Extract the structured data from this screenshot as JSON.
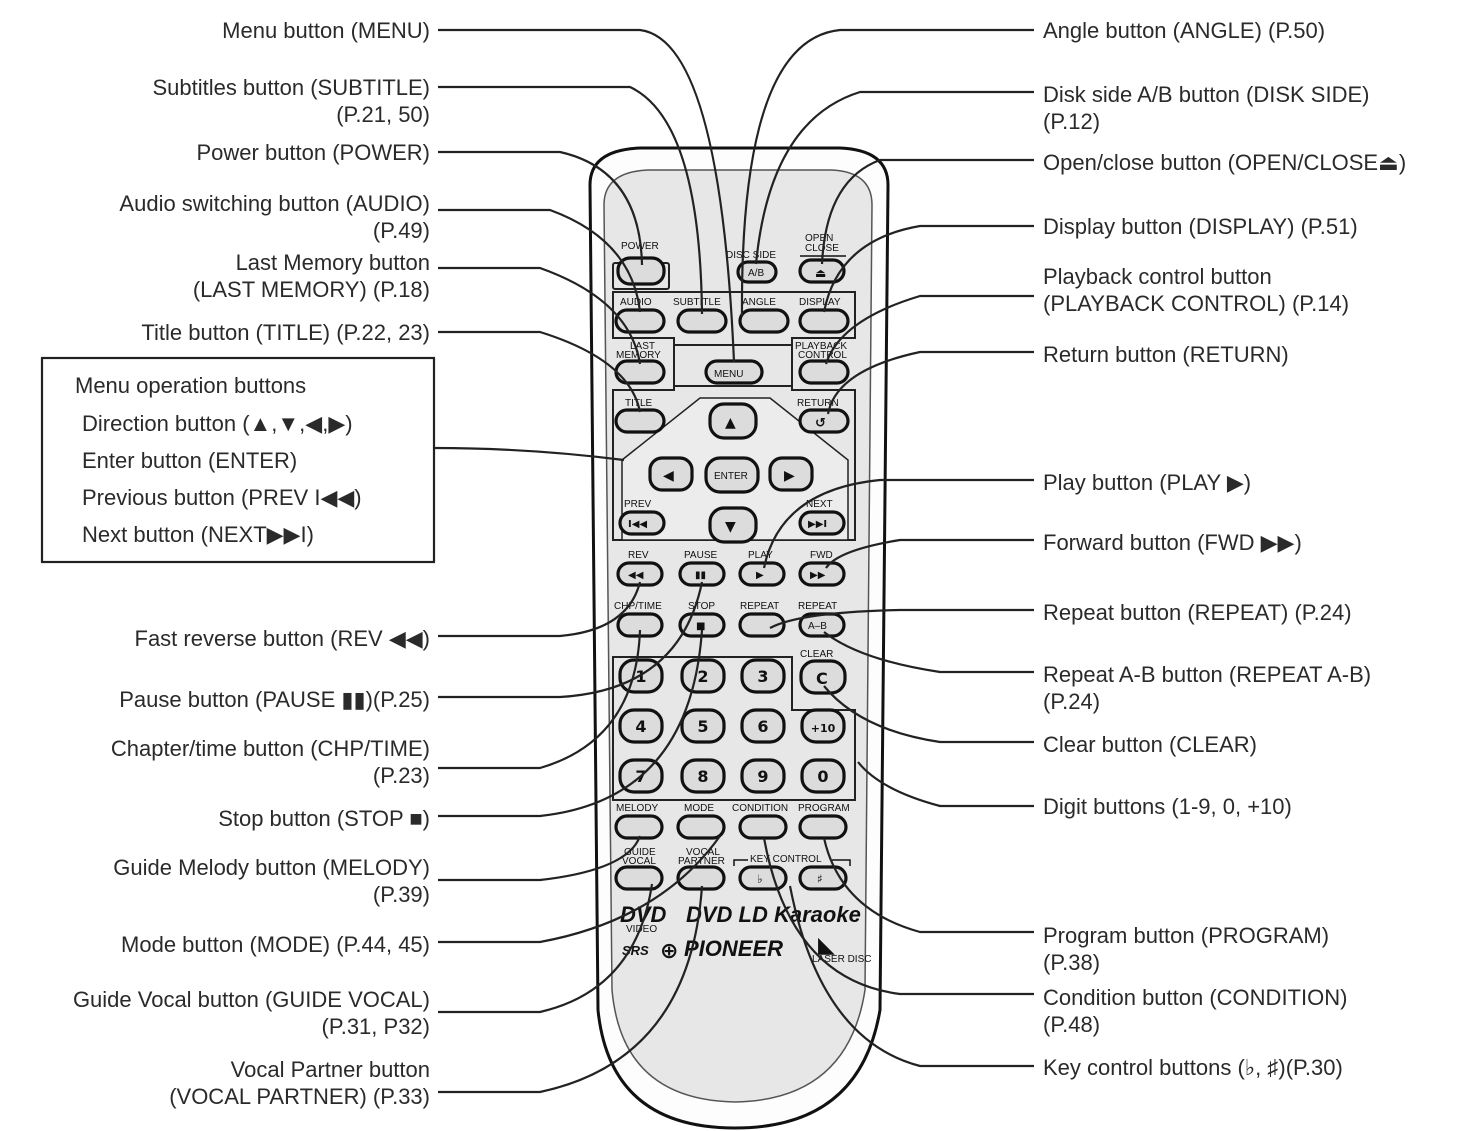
{
  "left_labels": [
    {
      "id": "menu",
      "lines": [
        "Menu button (MENU)"
      ]
    },
    {
      "id": "subtitle",
      "lines": [
        "Subtitles button (SUBTITLE)",
        "(P.21, 50)"
      ]
    },
    {
      "id": "power",
      "lines": [
        "Power button (POWER)"
      ]
    },
    {
      "id": "audio",
      "lines": [
        "Audio switching button (AUDIO)",
        "(P.49)"
      ]
    },
    {
      "id": "last-memory",
      "lines": [
        "Last Memory button",
        "(LAST MEMORY) (P.18)"
      ]
    },
    {
      "id": "title",
      "lines": [
        "Title button (TITLE) (P.22, 23)"
      ]
    },
    {
      "id": "rev",
      "lines": [
        "Fast reverse button (REV ◀◀)"
      ]
    },
    {
      "id": "pause",
      "lines": [
        "Pause button (PAUSE ▮▮)(P.25)"
      ]
    },
    {
      "id": "chp-time",
      "lines": [
        "Chapter/time button (CHP/TIME)",
        "(P.23)"
      ]
    },
    {
      "id": "stop",
      "lines": [
        "Stop button (STOP ■)"
      ]
    },
    {
      "id": "melody",
      "lines": [
        "Guide Melody button (MELODY)",
        "(P.39)"
      ]
    },
    {
      "id": "mode",
      "lines": [
        "Mode button (MODE) (P.44, 45)"
      ]
    },
    {
      "id": "guide-vocal",
      "lines": [
        "Guide Vocal button (GUIDE VOCAL)",
        "(P.31, P32)"
      ]
    },
    {
      "id": "vocal-partner",
      "lines": [
        "Vocal Partner button",
        "(VOCAL PARTNER) (P.33)"
      ]
    }
  ],
  "menu_box": {
    "heading": "Menu operation buttons",
    "items": [
      "Direction button (▲,▼,◀,▶)",
      "Enter button (ENTER)",
      "Previous button (PREV I◀◀)",
      "Next button (NEXT▶▶I)"
    ]
  },
  "right_labels": [
    {
      "id": "angle",
      "lines": [
        "Angle button (ANGLE) (P.50)"
      ]
    },
    {
      "id": "disk-side",
      "lines": [
        "Disk side A/B button (DISK SIDE)",
        "(P.12)"
      ]
    },
    {
      "id": "open-close",
      "lines": [
        " Open/close button (OPEN/CLOSE⏏)"
      ]
    },
    {
      "id": "display",
      "lines": [
        "Display button (DISPLAY) (P.51)"
      ]
    },
    {
      "id": "playback-control",
      "lines": [
        "Playback control button",
        "(PLAYBACK CONTROL) (P.14)"
      ]
    },
    {
      "id": "return",
      "lines": [
        "Return button (RETURN)"
      ]
    },
    {
      "id": "play",
      "lines": [
        "Play button (PLAY ▶)"
      ]
    },
    {
      "id": "fwd",
      "lines": [
        "Forward button (FWD ▶▶)"
      ]
    },
    {
      "id": "repeat",
      "lines": [
        "Repeat button (REPEAT) (P.24)"
      ]
    },
    {
      "id": "repeat-ab",
      "lines": [
        "Repeat A-B button (REPEAT A-B)",
        "(P.24)"
      ]
    },
    {
      "id": "clear",
      "lines": [
        "Clear button (CLEAR)"
      ]
    },
    {
      "id": "digits",
      "lines": [
        "Digit buttons (1-9, 0, +10)"
      ]
    },
    {
      "id": "program",
      "lines": [
        "Program button (PROGRAM)",
        "(P.38)"
      ]
    },
    {
      "id": "condition",
      "lines": [
        "Condition button (CONDITION)",
        "(P.48)"
      ]
    },
    {
      "id": "key-control",
      "lines": [
        "Key control buttons (♭, ♯)(P.30)"
      ]
    }
  ],
  "remote": {
    "labels": {
      "power": "POWER",
      "disc_side": "DISC SIDE",
      "ab": "A/B",
      "open_close_1": "OPEN",
      "open_close_2": "CLOSE",
      "audio": "AUDIO",
      "subtitle": "SUBTITLE",
      "angle": "ANGLE",
      "display": "DISPLAY",
      "last_1": "LAST",
      "last_2": "MEMORY",
      "menu": "MENU",
      "pbc_1": "PLAYBACK",
      "pbc_2": "CONTROL",
      "title": "TITLE",
      "return": "RETURN",
      "enter": "ENTER",
      "prev": "PREV",
      "next": "NEXT",
      "rev": "REV",
      "pause": "PAUSE",
      "play": "PLAY",
      "fwd": "FWD",
      "chp_time": "CHP/TIME",
      "stop": "STOP",
      "repeat": "REPEAT",
      "repeat_ab": "REPEAT",
      "ab2": "A–B",
      "clear": "CLEAR",
      "clear_key": "C",
      "digits": [
        "1",
        "2",
        "3",
        "4",
        "5",
        "6",
        "+10",
        "7",
        "8",
        "9",
        "0"
      ],
      "melody": "MELODY",
      "mode": "MODE",
      "condition": "CONDITION",
      "program": "PROGRAM",
      "guide_1": "GUIDE",
      "guide_2": "VOCAL",
      "vp_1": "VOCAL",
      "vp_2": "PARTNER",
      "key_control": "KEY CONTROL",
      "flat": "♭",
      "sharp": "♯",
      "dvd_logo": "DVD",
      "dvd_video": "VIDEO",
      "karaoke": "DVD LD Karaoke",
      "brand": "PIONEER",
      "srs": "SRS",
      "ld": "LASER DISC"
    }
  },
  "colors": {
    "remote_body": "#e8e8e8",
    "remote_shell": "#ffffff",
    "button_fill": "#dcdcdc",
    "line": "#222222"
  }
}
